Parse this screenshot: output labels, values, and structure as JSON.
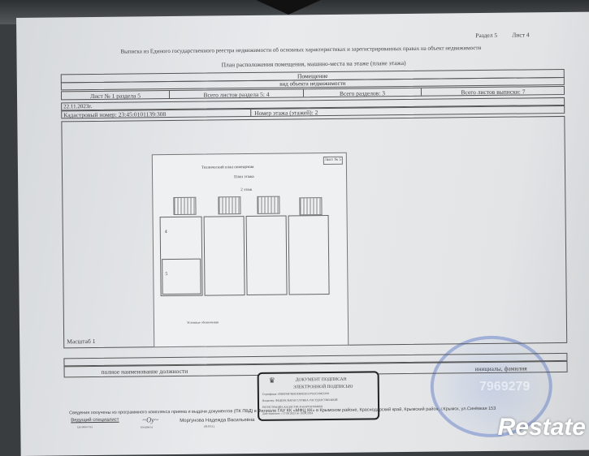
{
  "header": {
    "section": "Раздел 5",
    "sheet": "Лист 4",
    "title": "Выписка из Единого государственного реестра недвижимости об основных характеристиках и зарегистрированных правах на объект недвижимости",
    "subtitle": "План расположения помещения, машино-места на этаже (плане этажа)"
  },
  "table": {
    "object": "Помещение",
    "object_caption": "вид объекта недвижимости",
    "sheet_no": "Лист № 1 раздела 5",
    "total_sheets_section": "Всего листов раздела 5: 4",
    "total_sections": "Всего разделов: 3",
    "total_sheets": "Всего листов выписки: 7",
    "date": "22.11.2023г.",
    "cadastral": "Кадастровый номер: 23:45:0101139:308",
    "floor": "Номер этажа (этажей): 2",
    "scale": "Масштаб 1"
  },
  "plan": {
    "sheet": "Лист № 5",
    "title": "Технический план помещения",
    "subtitle": "План этажа",
    "floor": "2 этаж",
    "room_a": "4",
    "room_b": "5",
    "legend": "Условные обозначения"
  },
  "signature": {
    "position_caption": "полное наименование должности",
    "name_caption": "инициалы, фамилия"
  },
  "esign": {
    "line1": "ДОКУМЕНТ ПОДПИСАН",
    "line2": "ЭЛЕКТРОННОЙ ПОДПИСЬЮ",
    "cert": "Сертификат: 00B0F6B7665DEB0D2E5376ACD0425108",
    "owner": "Владелец: ФЕДЕРАЛЬНАЯ СЛУЖБА ГОСУДАРСТВЕННОЙ",
    "owner2": "РЕГИСТРАЦИИ, КАДАСТРА И КАРТОГРАФИИ",
    "valid": "Действителен: с 17.06.2023 по 19.09.2024"
  },
  "footer": {
    "info": "Сведения получены из программного комплекса приема и выдачи документов (ПК ПВД) в Филиале ГАУ КК «МФЦ КК» в Крымском районе, Краснодарский край, Крымский район, г.Крымск, ул.Синёвкая 153",
    "role": "Ведущий специалист",
    "role_caption": "(должность)",
    "sign_caption": "(подпись)",
    "name": "Моргунова Надежда Васильевна",
    "name_caption": "(Ф.И.О.)"
  },
  "watermark": {
    "logo": "Restate",
    "number": "7969279"
  }
}
